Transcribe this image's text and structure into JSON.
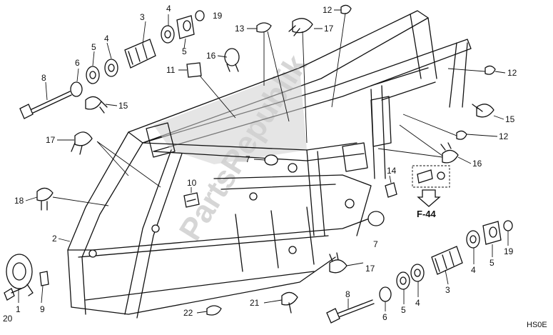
{
  "diagram": {
    "callouts": [
      {
        "id": "c3a",
        "text": "3"
      },
      {
        "id": "c4a",
        "text": "4"
      },
      {
        "id": "c5a",
        "text": "5"
      },
      {
        "id": "c19a",
        "text": "19"
      },
      {
        "id": "c4b",
        "text": "4"
      },
      {
        "id": "c5b",
        "text": "5"
      },
      {
        "id": "c5c",
        "text": "5"
      },
      {
        "id": "c6a",
        "text": "6"
      },
      {
        "id": "c8a",
        "text": "8"
      },
      {
        "id": "c15a",
        "text": "15"
      },
      {
        "id": "c17a",
        "text": "17"
      },
      {
        "id": "c16a",
        "text": "16"
      },
      {
        "id": "c11",
        "text": "11"
      },
      {
        "id": "c13",
        "text": "13"
      },
      {
        "id": "c12a",
        "text": "12"
      },
      {
        "id": "c17b",
        "text": "17"
      },
      {
        "id": "c12b",
        "text": "12"
      },
      {
        "id": "c15b",
        "text": "15"
      },
      {
        "id": "c12c",
        "text": "12"
      },
      {
        "id": "c16b",
        "text": "16"
      },
      {
        "id": "c7a",
        "text": "7"
      },
      {
        "id": "c14",
        "text": "14"
      },
      {
        "id": "c10",
        "text": "10"
      },
      {
        "id": "c18",
        "text": "18"
      },
      {
        "id": "c2",
        "text": "2"
      },
      {
        "id": "c7b",
        "text": "7"
      },
      {
        "id": "c17c",
        "text": "17"
      },
      {
        "id": "c1",
        "text": "1"
      },
      {
        "id": "c9",
        "text": "9"
      },
      {
        "id": "c20",
        "text": "20"
      },
      {
        "id": "c22",
        "text": "22"
      },
      {
        "id": "c21",
        "text": "21"
      },
      {
        "id": "c8b",
        "text": "8"
      },
      {
        "id": "c6b",
        "text": "6"
      },
      {
        "id": "c5d",
        "text": "5"
      },
      {
        "id": "c4c",
        "text": "4"
      },
      {
        "id": "c3b",
        "text": "3"
      },
      {
        "id": "c4d",
        "text": "4"
      },
      {
        "id": "c5e",
        "text": "5"
      },
      {
        "id": "c19b",
        "text": "19"
      }
    ],
    "reference_label": "F-44",
    "diagram_code": "HS0E",
    "watermark": "PartsRepublik"
  }
}
